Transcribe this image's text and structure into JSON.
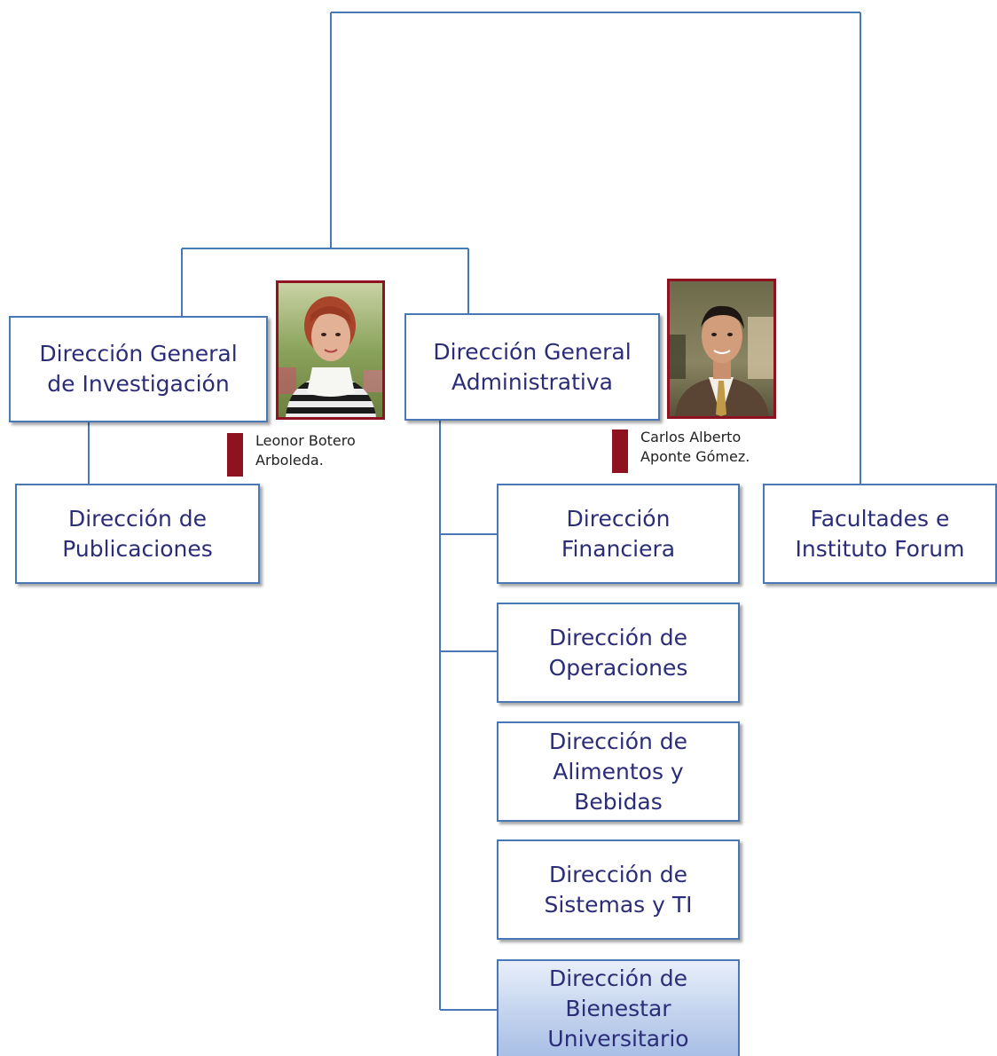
{
  "colors": {
    "line": "#4a78b5",
    "box_text": "#2b2d78",
    "photo_border": "#8f1220",
    "tag": "#8f1220",
    "highlight_fill": "#c3d3ee"
  },
  "boxes": {
    "investigacion": [
      "Dirección General",
      "de Investigación"
    ],
    "administrativa": [
      "Dirección General",
      "Administrativa"
    ],
    "publicaciones": [
      "Dirección de",
      "Publicaciones"
    ],
    "financiera": [
      "Dirección",
      "Financiera"
    ],
    "operaciones": [
      "Dirección de",
      "Operaciones"
    ],
    "alimentos": [
      "Dirección de",
      "Alimentos y",
      "Bebidas"
    ],
    "sistemas": [
      "Dirección de",
      "Sistemas y TI"
    ],
    "bienestar": [
      "Dirección de",
      "Bienestar",
      "Universitario"
    ],
    "facultades": [
      "Facultades e",
      "Instituto Forum"
    ]
  },
  "people": {
    "leonor": {
      "caption": [
        "Leonor Botero",
        "Arboleda."
      ],
      "photo_icon": "woman-portrait"
    },
    "carlos": {
      "caption": [
        "Carlos Alberto",
        "Aponte Gómez."
      ],
      "photo_icon": "man-portrait"
    }
  }
}
